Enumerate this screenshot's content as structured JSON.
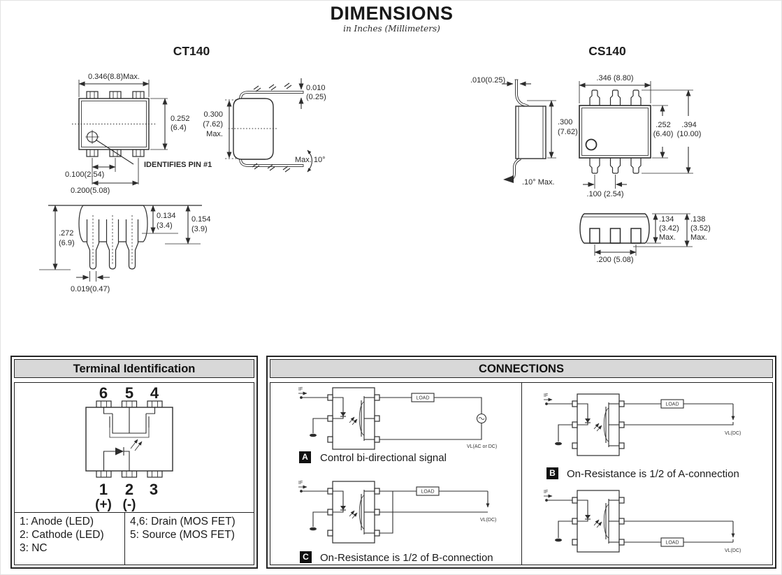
{
  "page": {
    "title": "DIMENSIONS",
    "subtitle": "in Inches (Millimeters)"
  },
  "ct140": {
    "label": "CT140",
    "top_width": "0.346(8.8)Max.",
    "body_height": [
      "0.252",
      "(6.4)"
    ],
    "pin_pitch": "0.100(2.54)",
    "pin_span": "0.200(5.08)",
    "pin1_note": "IDENTIFIES PIN #1",
    "side_height": [
      "0.300",
      "(7.62)",
      "Max."
    ],
    "lead_thickness": [
      "0.010",
      "(0.25)"
    ],
    "lead_angle": "Max. 10°",
    "lead_length": [
      ".272",
      "(6.9)"
    ],
    "standoff": [
      "0.134",
      "(3.4)"
    ],
    "seated_height": [
      "0.154",
      "(3.9)"
    ],
    "lead_width": "0.019(0.47)"
  },
  "cs140": {
    "label": "CS140",
    "lead_thickness": ".010(0.25)",
    "top_width": ".346 (8.80)",
    "side_height": [
      ".300",
      "(7.62)"
    ],
    "body_height": [
      ".252",
      "(6.40)"
    ],
    "overall_height": [
      ".394",
      "(10.00)"
    ],
    "lead_angle": ".10° Max.",
    "pin_pitch": ".100 (2.54)",
    "standoff": [
      ".134",
      "(3.42)",
      "Max."
    ],
    "seated_height": [
      ".138",
      "(3.52)",
      "Max."
    ],
    "pin_span": ".200 (5.08)"
  },
  "terminal": {
    "title": "Terminal Identification",
    "top_pins": [
      "6",
      "5",
      "4"
    ],
    "bottom_pins": [
      "1",
      "2",
      "3"
    ],
    "polarity_plus": "(+)",
    "polarity_minus": "(-)",
    "left_rows": [
      "1: Anode (LED)",
      "2: Cathode (LED)",
      "3: NC"
    ],
    "right_rows": [
      "4,6: Drain (MOS FET)",
      "5: Source (MOS FET)"
    ]
  },
  "connections": {
    "title": "CONNECTIONS",
    "if_label": "IF",
    "load_label": "LOAD",
    "diagram_a": {
      "id": "A",
      "caption": "Control bi-directional signal",
      "vl": "VL(AC or DC)"
    },
    "diagram_b": {
      "id": "B",
      "caption": "On-Resistance is 1/2 of A-connection",
      "vl": "VL(DC)"
    },
    "diagram_c": {
      "id": "C",
      "caption": "On-Resistance is 1/2 of B-connection",
      "vl": "VL(DC)"
    },
    "diagram_d": {
      "vl": "VL(DC)"
    }
  }
}
